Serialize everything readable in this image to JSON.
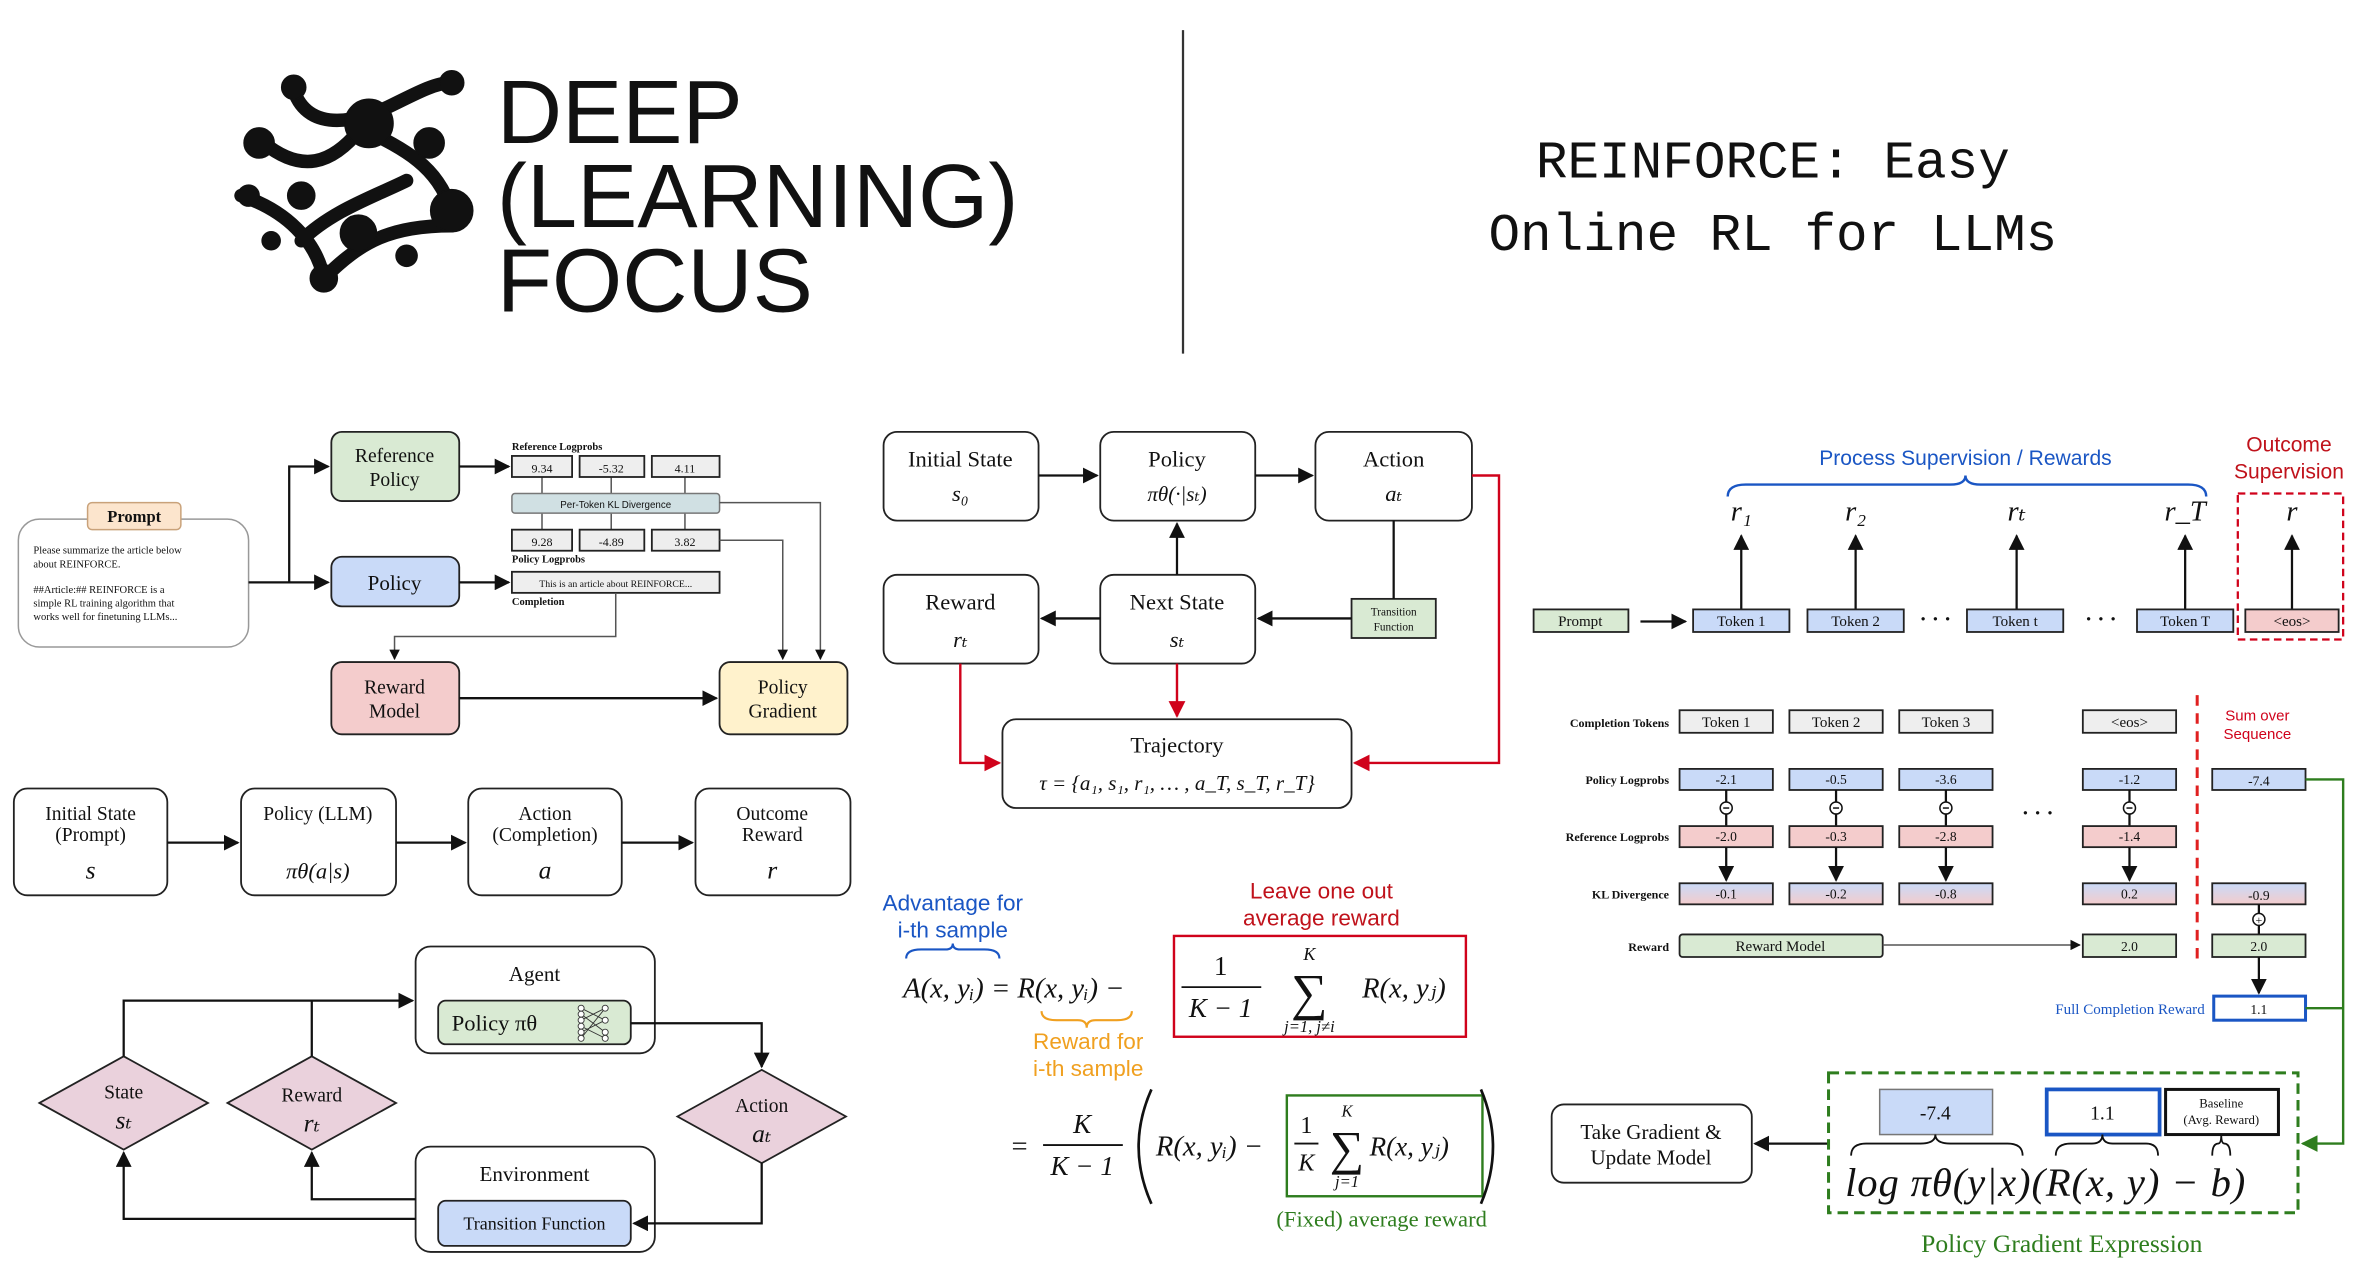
{
  "header": {
    "logo_lines": [
      "DEEP",
      "(LEARNING)",
      "FOCUS"
    ],
    "title_lines": [
      "REINFORCE: Easy",
      "Online RL for LLMs"
    ]
  },
  "colors": {
    "green_box": "#d9ead3",
    "blue_box": "#c9daf8",
    "red_box": "#f4cccc",
    "yellow_box": "#fff2cc",
    "orange_tag": "#fce5cd",
    "pink_diamond": "#ead1dc",
    "kl_bar": "#d0e0e3",
    "accent_red": "#d0021b",
    "accent_blue": "#1a56c4",
    "accent_green": "#2e7d1e",
    "accent_orange": "#f0a020"
  },
  "rlhf_diagram": {
    "prompt_label": "Prompt",
    "prompt_text": [
      "Please summarize the article below",
      "about REINFORCE.",
      "",
      "##Article:## REINFORCE is a",
      "simple RL training algorithm that",
      "works well for finetuning LLMs..."
    ],
    "reference_policy": [
      "Reference",
      "Policy"
    ],
    "policy": "Policy",
    "reward_model": [
      "Reward",
      "Model"
    ],
    "policy_gradient": [
      "Policy",
      "Gradient"
    ],
    "reference_logprobs_label": "Reference Logprobs",
    "reference_logprobs": [
      "9.34",
      "-5.32",
      "4.11"
    ],
    "kl_label": "Per-Token KL Divergence",
    "policy_logprobs": [
      "9.28",
      "-4.89",
      "3.82"
    ],
    "policy_logprobs_label": "Policy Logprobs",
    "completion_text": "This is an article about REINFORCE...",
    "completion_label": "Completion"
  },
  "bandit_chain": [
    {
      "label": [
        "Initial State",
        "(Prompt)"
      ],
      "symbol": "s"
    },
    {
      "label": [
        "Policy (LLM)"
      ],
      "symbol": "πθ(a|s)"
    },
    {
      "label": [
        "Action",
        "(Completion)"
      ],
      "symbol": "a"
    },
    {
      "label": [
        "Outcome",
        "Reward"
      ],
      "symbol": "r"
    }
  ],
  "agent_env": {
    "agent": "Agent",
    "policy": "Policy  πθ",
    "environment": "Environment",
    "transition": "Transition Function",
    "state": [
      "State",
      "sₜ"
    ],
    "reward": [
      "Reward",
      "rₜ"
    ],
    "action": [
      "Action",
      "aₜ"
    ]
  },
  "mdp": {
    "initial_state": [
      "Initial State",
      "s₀"
    ],
    "policy": [
      "Policy",
      "πθ(·|sₜ)"
    ],
    "action": [
      "Action",
      "aₜ"
    ],
    "reward": [
      "Reward",
      "rₜ"
    ],
    "next_state": [
      "Next State",
      "sₜ"
    ],
    "transition": [
      "Transition",
      "Function"
    ],
    "trajectory": [
      "Trajectory",
      "τ = {a₁, s₁, r₁,  …  , a_T, s_T, r_T}"
    ]
  },
  "advantage": {
    "advantage_label": [
      "Advantage for",
      "i-th sample"
    ],
    "loo_label": [
      "Leave one out",
      "average reward"
    ],
    "reward_label": [
      "Reward for",
      "i-th sample"
    ],
    "fixed_label": "(Fixed) average reward",
    "line1_lhs": "A(x, yᵢ) = R(x, yᵢ) −",
    "line1_frac_num": "1",
    "line1_frac_den": "K − 1",
    "line1_sum_top": "K",
    "line1_sum_bottom": "j=1,  j≠i",
    "line1_sum_term": "R(x, yⱼ)",
    "line2_eq": "=",
    "line2_frac_num": "K",
    "line2_frac_den": "K − 1",
    "line2_inner": "R(x, yᵢ) −",
    "line2_frac2_num": "1",
    "line2_frac2_den": "K",
    "line2_sum_top": "K",
    "line2_sum_bottom": "j=1",
    "line2_sum_term": "R(x, yⱼ)"
  },
  "supervision": {
    "process_label": "Process Supervision / Rewards",
    "outcome_label": [
      "Outcome",
      "Supervision"
    ],
    "rewards": [
      "r₁",
      "r₂",
      "rₜ",
      "r_T",
      "r"
    ],
    "prompt": "Prompt",
    "tokens": [
      "Token 1",
      "Token 2",
      "Token t",
      "Token T",
      "<eos>"
    ],
    "ellipsis": "· · ·"
  },
  "token_table": {
    "row_labels": [
      "Completion Tokens",
      "Policy Logprobs",
      "Reference Logprobs",
      "KL Divergence",
      "Reward"
    ],
    "tokens": [
      "Token 1",
      "Token 2",
      "Token 3",
      "<eos>"
    ],
    "policy_logprobs": [
      "-2.1",
      "-0.5",
      "-3.6",
      "-1.2"
    ],
    "reference_logprobs": [
      "-2.0",
      "-0.3",
      "-2.8",
      "-1.4"
    ],
    "kl": [
      "-0.1",
      "-0.2",
      "-0.8",
      "0.2"
    ],
    "reward_model": "Reward Model",
    "reward_eos": "2.0",
    "sum_label": [
      "Sum over",
      "Sequence"
    ],
    "sum_policy": "-7.4",
    "sum_kl": "-0.9",
    "sum_reward": "2.0",
    "full_reward_label": "Full Completion Reward",
    "full_reward": "1.1",
    "ellipsis": "· · ·"
  },
  "gradient": {
    "update_box": [
      "Take Gradient &",
      "Update Model"
    ],
    "logprob_value": "-7.4",
    "reward_value": "1.1",
    "baseline": [
      "Baseline",
      "(Avg. Reward)"
    ],
    "expression": "log πθ(y|x)(R(x, y) − b)",
    "caption": "Policy Gradient Expression"
  }
}
